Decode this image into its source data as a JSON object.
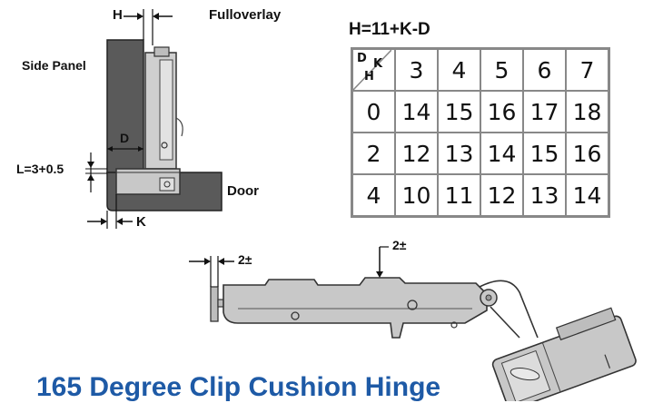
{
  "labels": {
    "h_marker": "H",
    "full_overlay": "Fulloverlay",
    "side_panel": "Side Panel",
    "d_marker": "D",
    "l_formula": "L=3+0.5",
    "door": "Door",
    "k_marker": "K",
    "clearance_left": "2±",
    "clearance_top": "2±"
  },
  "formula": "H=11+K-D",
  "table": {
    "corner": {
      "d": "D",
      "k": "K",
      "h": "H"
    },
    "k_values": [
      "3",
      "4",
      "5",
      "6",
      "7"
    ],
    "rows": [
      {
        "d": "0",
        "h": [
          "14",
          "15",
          "16",
          "17",
          "18"
        ]
      },
      {
        "d": "2",
        "h": [
          "12",
          "13",
          "14",
          "15",
          "16"
        ]
      },
      {
        "d": "4",
        "h": [
          "10",
          "11",
          "12",
          "13",
          "14"
        ]
      }
    ]
  },
  "title": "165 Degree Clip Cushion Hinge",
  "colors": {
    "title": "#1e5aa6",
    "grid": "#888888",
    "panel_dark": "#5a5a5a",
    "metal": "#c8c8c8"
  }
}
